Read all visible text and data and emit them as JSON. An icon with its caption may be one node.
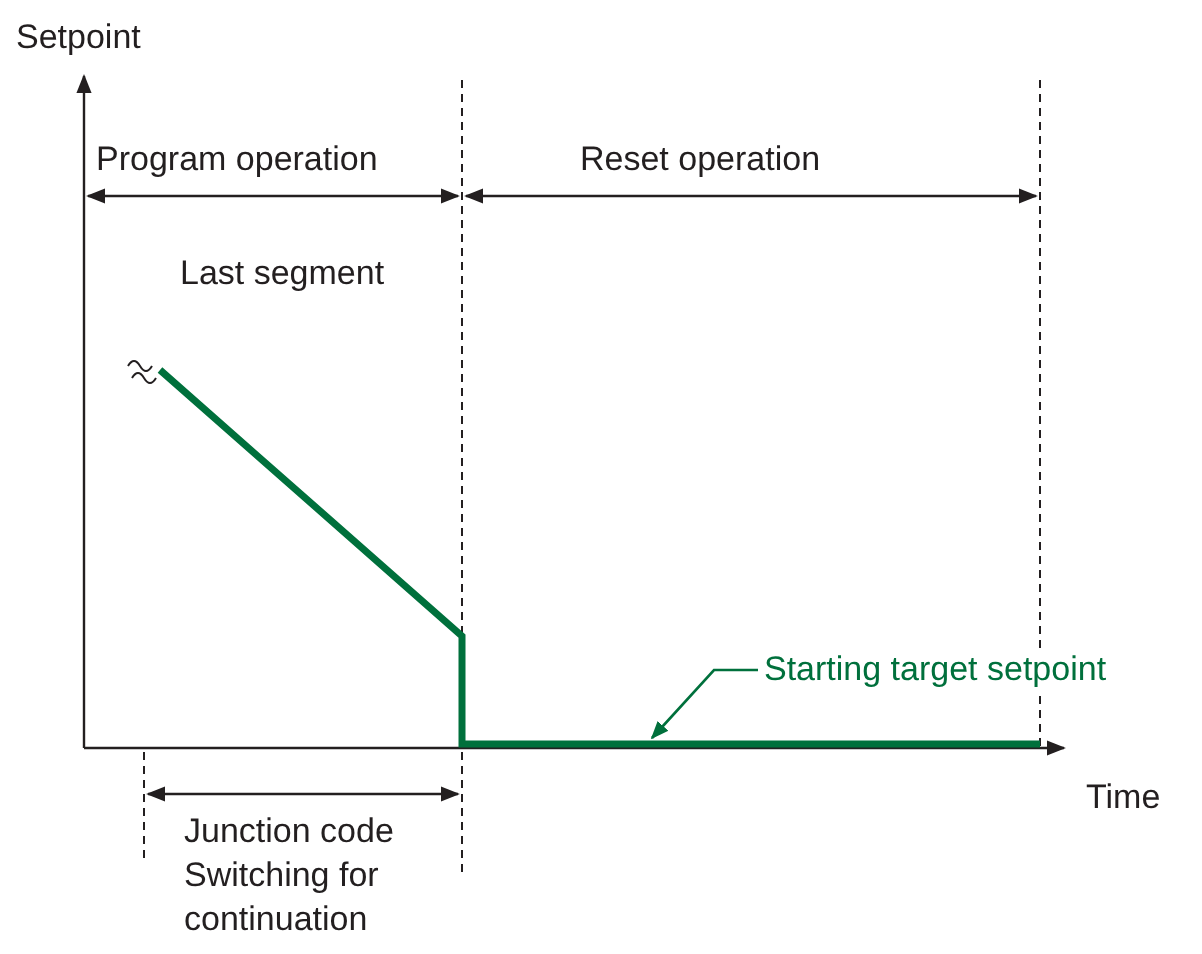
{
  "diagram": {
    "nodes": [
      {
        "text": [
          "Starting target setpoint"
        ]
      },
      {
        "text": [],
        "shape": "picture"
      }
    ],
    "edges": [
      {
        "from": 0,
        "to": 1,
        "arrow": "to"
      }
    ],
    "labels": [
      "Setpoint",
      "Program operation",
      "Reset operation",
      "Last segment",
      "Time",
      "Junction code Switching for continuation"
    ]
  }
}
